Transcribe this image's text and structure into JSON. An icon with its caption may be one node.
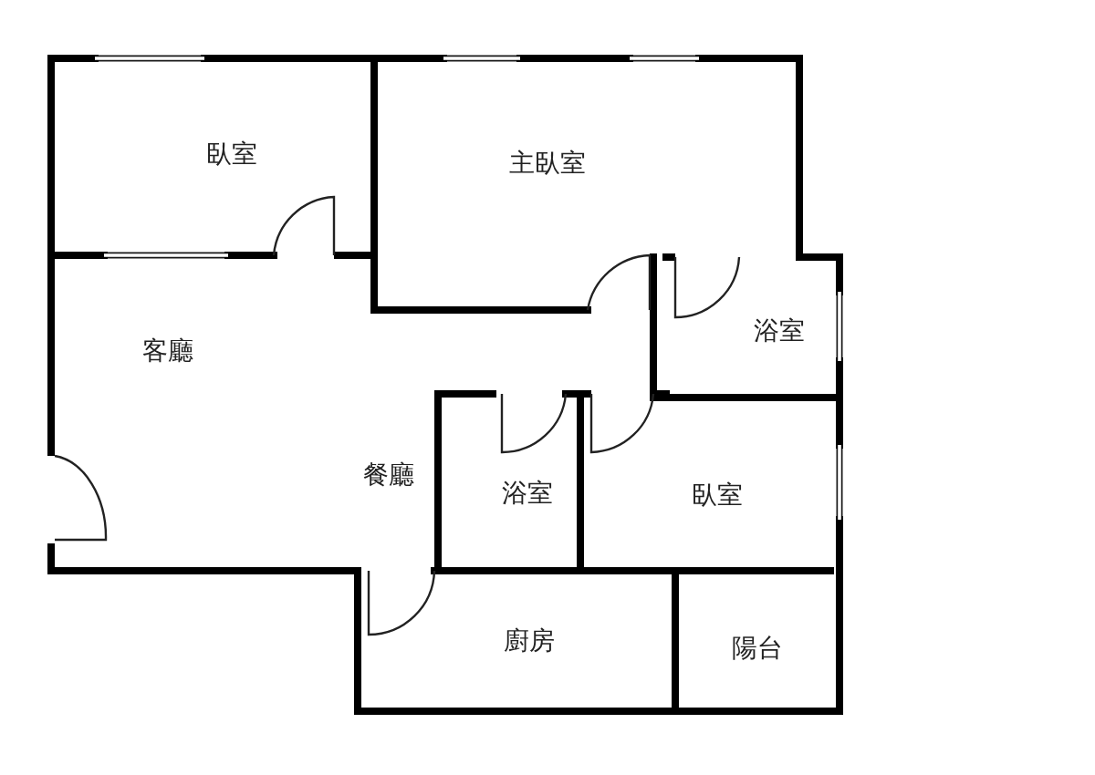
{
  "diagram": {
    "labels": [
      "臥室",
      "主臥室",
      "客廳",
      "浴室",
      "餐廳",
      "浴室",
      "臥室",
      "廚房",
      "陽台"
    ]
  }
}
